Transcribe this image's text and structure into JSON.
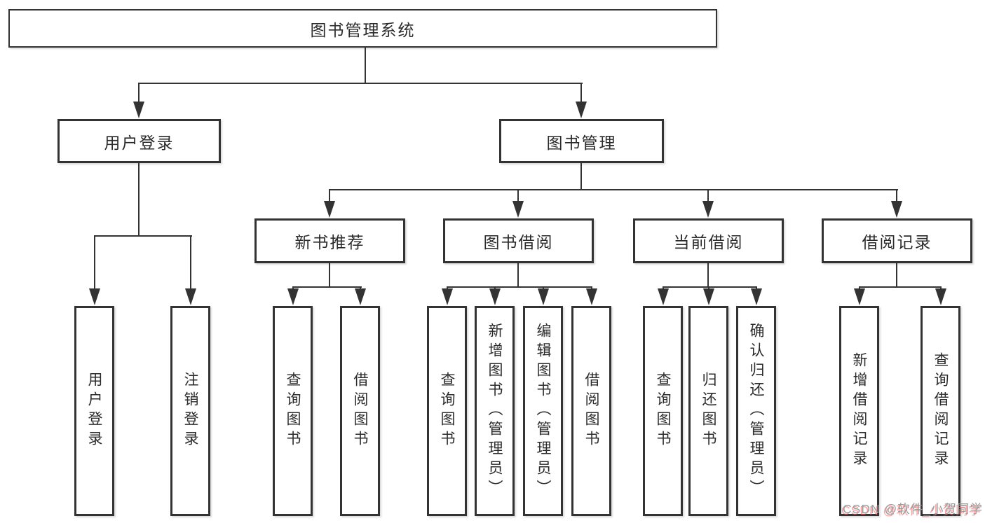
{
  "diagram": {
    "title": "图书管理系统",
    "level2": [
      {
        "label": "用户登录",
        "parent": "图书管理系统"
      },
      {
        "label": "图书管理",
        "parent": "图书管理系统"
      }
    ],
    "level3": [
      {
        "label": "新书推荐",
        "parent": "图书管理"
      },
      {
        "label": "图书借阅",
        "parent": "图书管理"
      },
      {
        "label": "当前借阅",
        "parent": "图书管理"
      },
      {
        "label": "借阅记录",
        "parent": "图书管理"
      }
    ],
    "leaves": [
      {
        "label": "用户登录",
        "parent": "用户登录"
      },
      {
        "label": "注销登录",
        "parent": "用户登录"
      },
      {
        "label": "查询图书",
        "parent": "新书推荐"
      },
      {
        "label": "借阅图书",
        "parent": "新书推荐"
      },
      {
        "label": "查询图书",
        "parent": "图书借阅"
      },
      {
        "label": "新增图书（管理员）",
        "parent": "图书借阅"
      },
      {
        "label": "编辑图书（管理员）",
        "parent": "图书借阅"
      },
      {
        "label": "借阅图书",
        "parent": "图书借阅"
      },
      {
        "label": "查询图书",
        "parent": "当前借阅"
      },
      {
        "label": "归还图书",
        "parent": "当前借阅"
      },
      {
        "label": "确认归还（管理员）",
        "parent": "当前借阅"
      },
      {
        "label": "新增借阅记录",
        "parent": "借阅记录"
      },
      {
        "label": "查询借阅记录",
        "parent": "借阅记录"
      }
    ]
  },
  "watermark": {
    "text": "CSDN @软件_小贺同学"
  },
  "colors": {
    "background": "#ffffff",
    "line": "#333333",
    "box_border": "#333333",
    "text": "#2b2b2b",
    "watermark_gray": "#9b9b9b",
    "watermark_red": "#f87171"
  }
}
